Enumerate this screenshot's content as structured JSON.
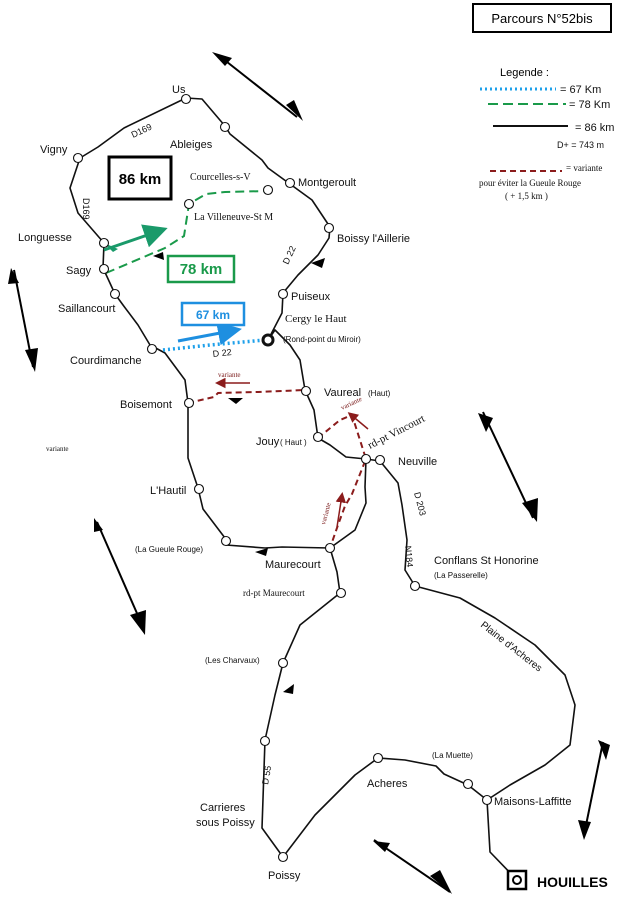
{
  "title": "Parcours N°52bis",
  "legend": {
    "heading": "Legende :",
    "items": [
      {
        "label": "= 67 Km",
        "color": "#1ea0ea",
        "style": "dotted"
      },
      {
        "label": "= 78 Km",
        "color": "#1a9a4a",
        "style": "dashed"
      },
      {
        "label": "= 86 km",
        "color": "#111111",
        "style": "solid"
      }
    ],
    "elevation": "D+ = 743 m",
    "variant": {
      "label": "= variante",
      "note": "pour éviter la Gueule Rouge",
      "extra": "( + 1,5 km )",
      "color": "#8b1c1c"
    }
  },
  "badges": {
    "km86": "86 km",
    "km78": "78 km",
    "km67": "67 km"
  },
  "places": {
    "us": "Us",
    "vigny": "Vigny",
    "ableiges": "Ableiges",
    "courcelles": "Courcelles-s-V",
    "montgeroult": "Montgeroult",
    "villeneuve": "La Villeneuve-St M",
    "boissy": "Boissy l'Aillerie",
    "longuesse": "Longuesse",
    "sagy": "Sagy",
    "saillancourt": "Saillancourt",
    "puiseux": "Puiseux",
    "cergy": "Cergy le Haut",
    "rond_point": "(Rond-point du Miroir)",
    "courdimanche": "Courdimanche",
    "boisemont": "Boisemont",
    "vaureal": "Vaureal",
    "vaureal_note": "(Haut)",
    "jouy": "Jouy",
    "jouy_note": "( Haut )",
    "rdpt_vincourt": "rd-pt Vincourt",
    "neuville": "Neuville",
    "hautil": "L'Hautil",
    "gueule_rouge": "(La Gueule Rouge)",
    "maurecourt": "Maurecourt",
    "rdpt_maurecourt": "rd-pt Maurecourt",
    "conflans": "Conflans St Honorine",
    "passerelle": "(La Passerelle)",
    "plaine": "Plaine d'Acheres",
    "charvaux": "(Les Charvaux)",
    "muette": "(La Muette)",
    "acheres": "Acheres",
    "maisons": "Maisons-Laffitte",
    "carrieres_1": "Carrieres",
    "carrieres_2": "sous Poissy",
    "poissy": "Poissy",
    "houilles": "HOUILLES",
    "stray_variante": "variante"
  },
  "roads": {
    "d169_top": "D169",
    "d169_left": "D169",
    "d22_top": "D 22",
    "d22_mid": "D 22",
    "d203": "D 203",
    "n184": "N184",
    "d55": "D 55"
  },
  "variant_tags": [
    "variante",
    "variante",
    "variante"
  ],
  "icons": {
    "wind_arrows": "wind-direction-arrow",
    "climb_markers": "climb-triangle",
    "start": "start-square-marker"
  }
}
